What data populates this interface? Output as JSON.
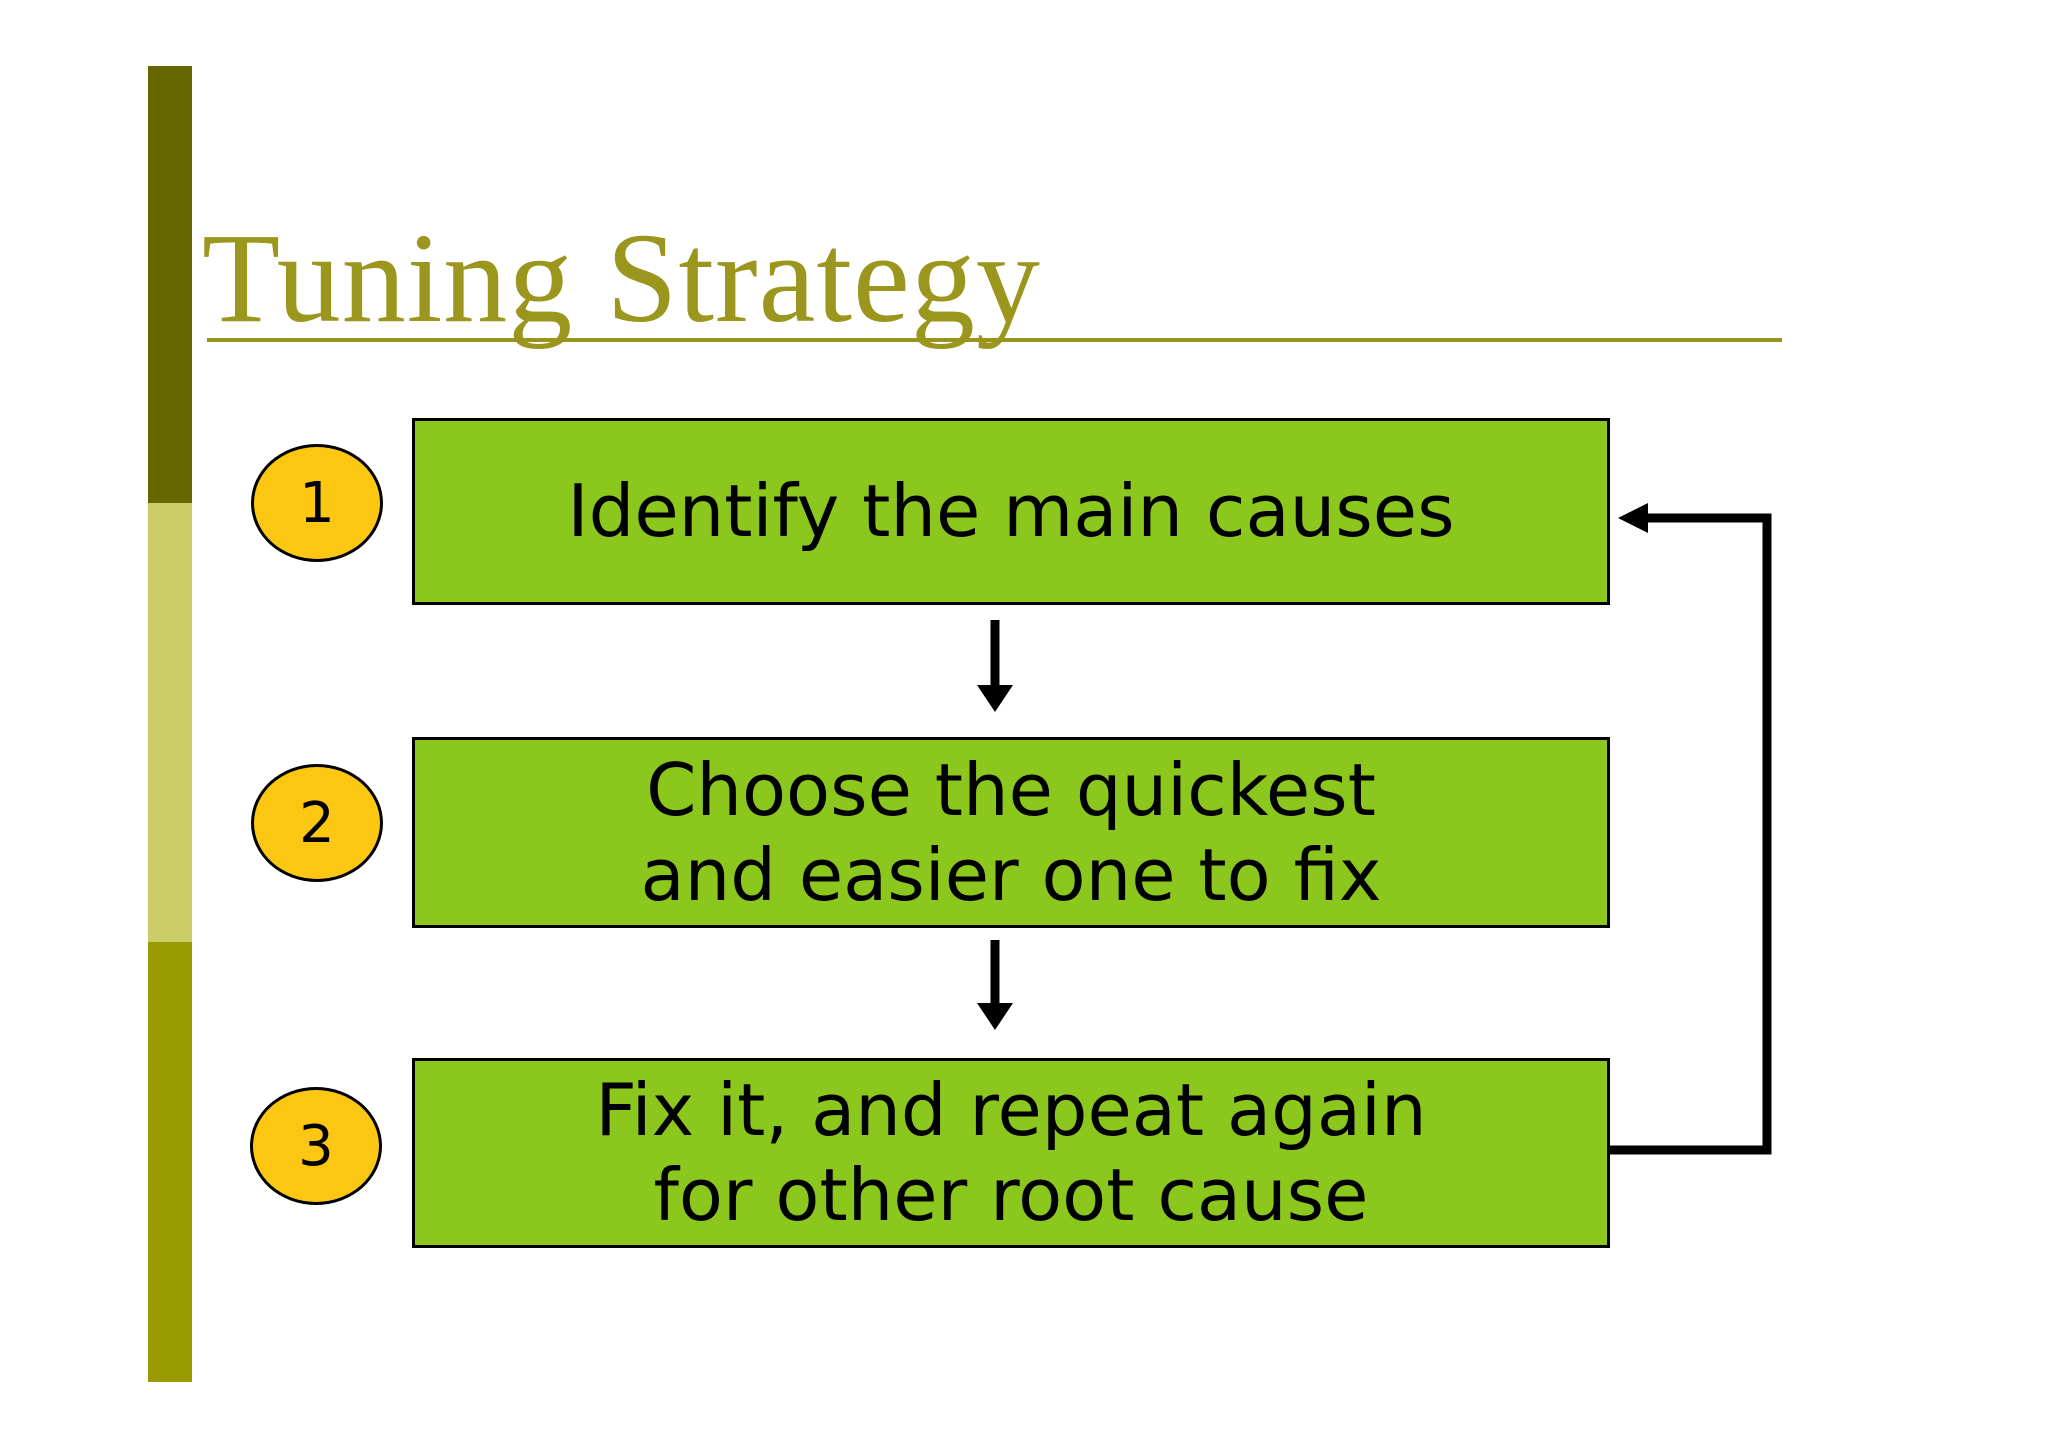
{
  "slide": {
    "title": "Tuning Strategy",
    "steps": [
      {
        "number": "1",
        "lines": [
          "Identify the main causes"
        ]
      },
      {
        "number": "2",
        "lines": [
          "Choose the quickest",
          "and easier one to fix"
        ]
      },
      {
        "number": "3",
        "lines": [
          "Fix it, and repeat again",
          "for other root cause"
        ]
      }
    ],
    "flow": {
      "arrow_1": "step-1-to-step-2",
      "arrow_2": "step-2-to-step-3",
      "loop_arrow": "step-3-back-to-step-1"
    },
    "colors": {
      "background": "#FFFFFF",
      "box_fill": "#8CC71E",
      "box_border": "#000000",
      "badge_fill": "#FCC713",
      "badge_border": "#000000",
      "title_text": "#9A961E",
      "title_rule": "#99941C",
      "sidebar_top": "#676700",
      "sidebar_middle": "#C9CC67",
      "sidebar_bottom": "#999900",
      "arrow": "#000000"
    }
  }
}
